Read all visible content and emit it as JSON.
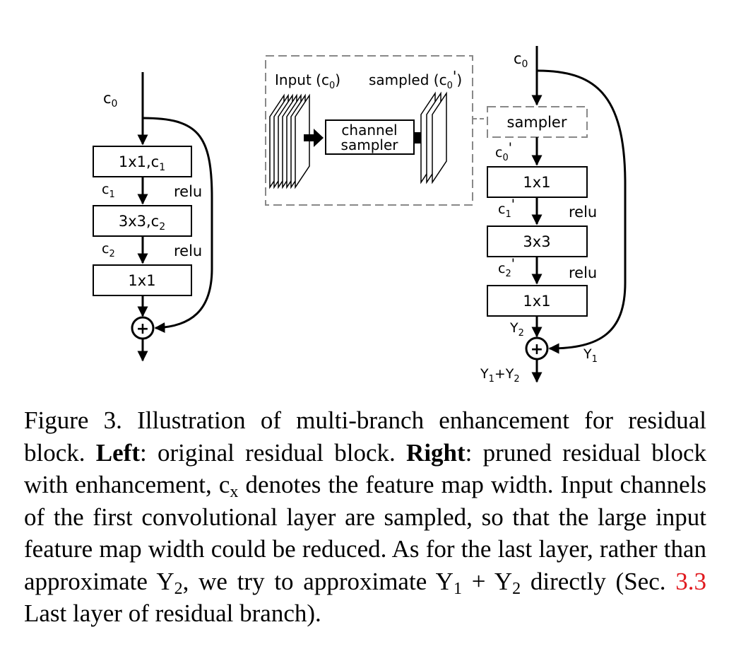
{
  "left_block": {
    "input_label": "c",
    "input_sub": "0",
    "box1": "1x1,c",
    "box1_sub": "1",
    "arrow1_label": "c",
    "arrow1_sub": "1",
    "relu1": "relu",
    "box2": "3x3,c",
    "box2_sub": "2",
    "arrow2_label": "c",
    "arrow2_sub": "2",
    "relu2": "relu",
    "box3": "1x1",
    "add_symbol": "+"
  },
  "inset": {
    "input_label": "Input (c",
    "input_sub": "0",
    "input_close": ")",
    "sampled_label": "sampled (c",
    "sampled_sub": "0",
    "sampled_prime": "'",
    "sampled_close": ")",
    "sampler_line1": "channel",
    "sampler_line2": "sampler"
  },
  "right_block": {
    "input_label": "c",
    "input_sub": "0",
    "sampler": "sampler",
    "c0p_label": "c",
    "c0p_sub": "0",
    "c0p_prime": "'",
    "box1": "1x1",
    "c1p_label": "c",
    "c1p_sub": "1",
    "c1p_prime": "'",
    "relu1": "relu",
    "box2": "3x3",
    "c2p_label": "c",
    "c2p_sub": "2",
    "c2p_prime": "'",
    "relu2": "relu",
    "box3": "1x1",
    "y2_label": "Y",
    "y2_sub": "2",
    "y1_label": "Y",
    "y1_sub": "1",
    "sum_a": "Y",
    "sum_a_sub": "1",
    "sum_plus": "+Y",
    "sum_b_sub": "2",
    "add_symbol": "+"
  },
  "caption": {
    "prefix": "Figure 3. Illustration of multi-branch enhancement for residual block. ",
    "left_bold": "Left",
    "left_text": ": original residual block. ",
    "right_bold": "Right",
    "right_text": ": pruned residual block with enhancement, c",
    "x_sub": "x",
    "after_x": " denotes the feature map width. Input channels of the first convolutional layer are sampled, so that the large input feature map width could be reduced. As for the last layer, rather than approximate Y",
    "y2_sub": "2",
    "after_y2": ", we try to approximate Y",
    "y1_sub": "1",
    "plus": " + Y",
    "y2b_sub": "2",
    "after_sum": " directly (Sec. ",
    "ref": "3.3",
    "suffix": " Last layer of residual branch)."
  }
}
